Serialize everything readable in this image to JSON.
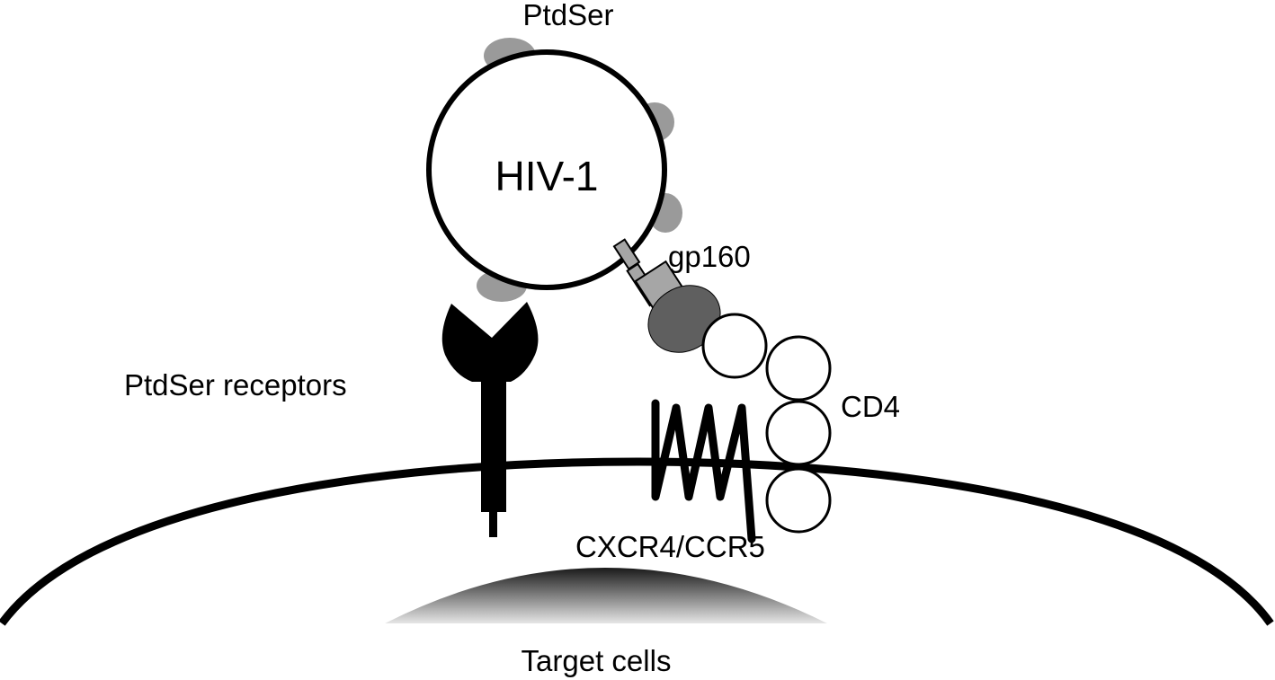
{
  "labels": {
    "ptdser": "PtdSer",
    "virus": "HIV-1",
    "gp160": "gp160",
    "ptdser_receptors": "PtdSer receptors",
    "cd4": "CD4",
    "coreceptor": "CXCR4/CCR5",
    "target_cells": "Target cells"
  },
  "colors": {
    "outline": "#000000",
    "ptdser_patch": "#9a9a9a",
    "gp160_stalk": "#a6a6a6",
    "gp160_head": "#5f5f5f",
    "nucleus_dark": "#1a1a1a",
    "nucleus_light": "#e6e6e6",
    "background": "#ffffff"
  }
}
